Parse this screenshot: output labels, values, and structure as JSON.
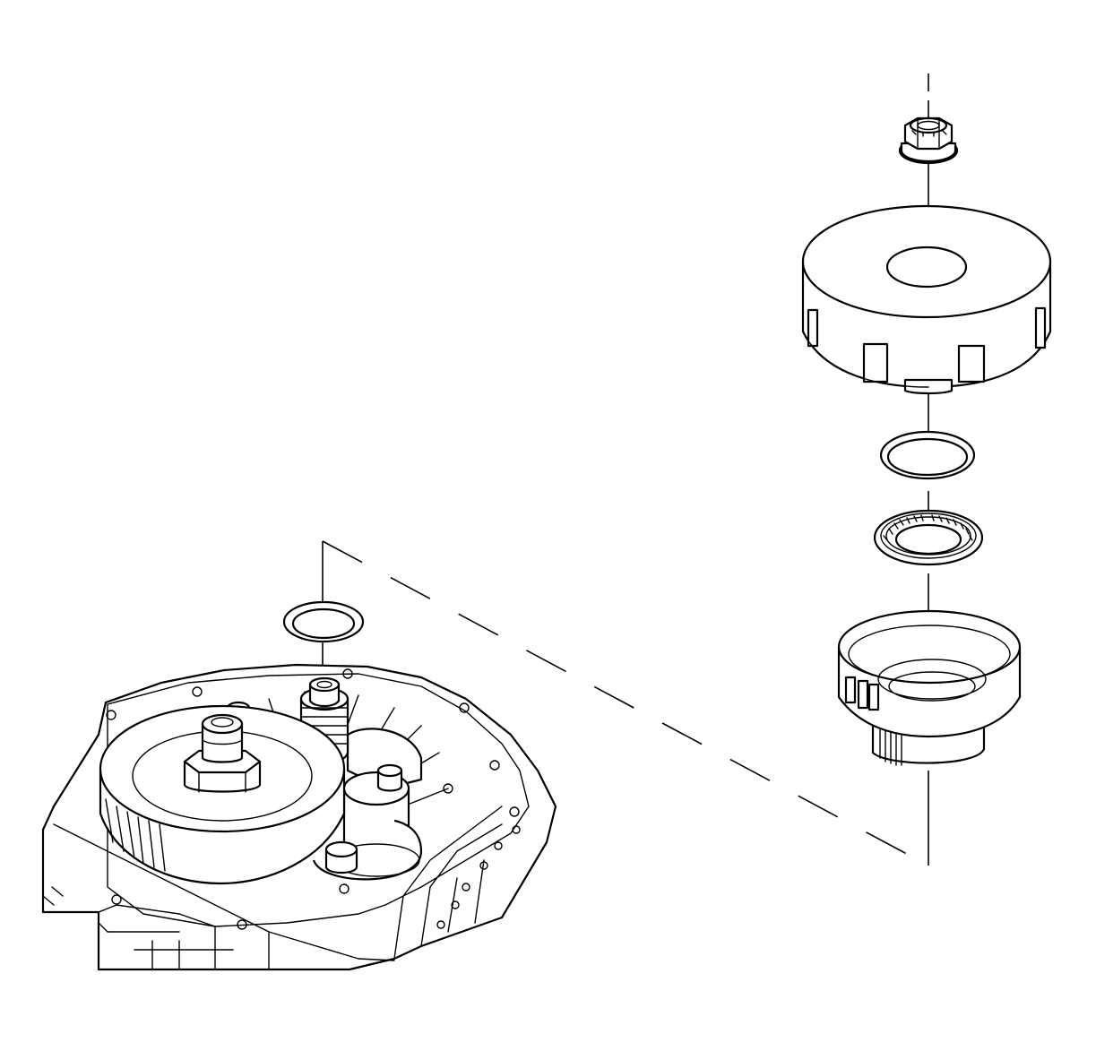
{
  "diagram": {
    "type": "exploded-view-line-drawing",
    "labels": [],
    "components": [
      "transmission-case",
      "planetary-carrier-assembly",
      "shaft-thrust-washer",
      "retaining-nut",
      "drive-drum",
      "thrust-washer",
      "needle-thrust-bearing",
      "hub-housing"
    ],
    "colors": {
      "line": "#000000",
      "background": "#ffffff"
    }
  }
}
